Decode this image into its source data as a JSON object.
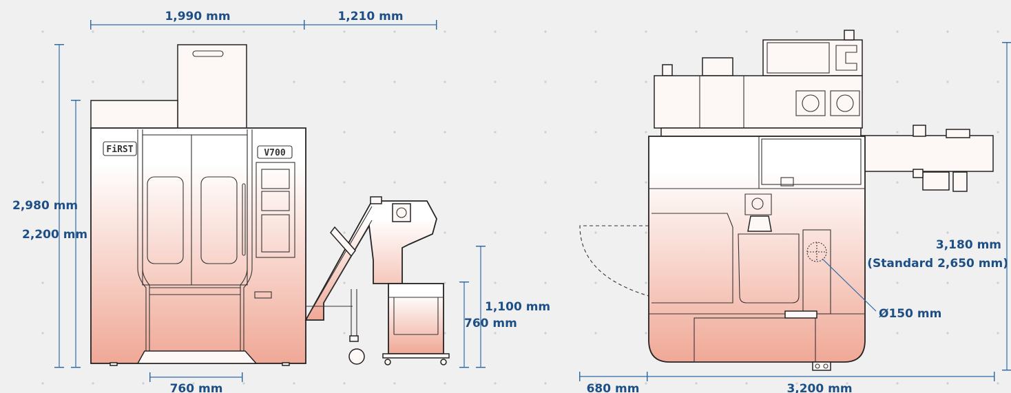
{
  "left_view": {
    "width_top_main": "1,990 mm",
    "width_top_conveyor": "1,210 mm",
    "height_total": "2,980 mm",
    "height_machine": "2,200 mm",
    "bin_height_high": "1,100 mm",
    "bin_height_low": "760 mm",
    "base_width": "760 mm",
    "brand_logo": "FiRST",
    "model_badge": "V700"
  },
  "right_view": {
    "height_total": "3,180 mm",
    "height_standard": "(Standard 2,650 mm)",
    "diameter": "Ø150 mm",
    "door_clearance": "680 mm",
    "depth": "3,200 mm"
  },
  "colors": {
    "dimension_text": "#1d4f86",
    "dimension_line": "#2f6aa8",
    "gradient_top": "#ffffff",
    "gradient_bottom": "#f0a896",
    "background": "#f0f0f0"
  }
}
